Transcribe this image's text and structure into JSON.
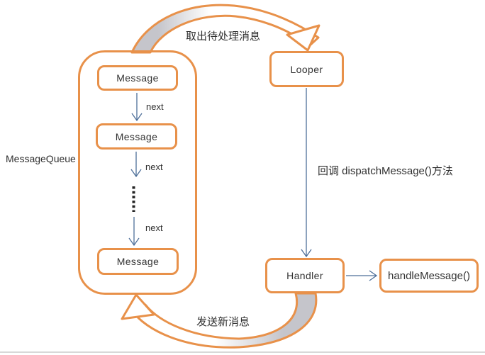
{
  "diagram": {
    "title_hint": "Android message loop diagram",
    "nodes": {
      "message_queue": "MessageQueue",
      "message_1": "Message",
      "message_2": "Message",
      "message_3": "Message",
      "looper": "Looper",
      "handler": "Handler",
      "handle_message": "handleMessage()"
    },
    "edge_labels": {
      "next_1": "next",
      "next_2": "next",
      "next_3": "next",
      "take_pending_message": "取出待处理消息",
      "dispatch_callback": "回调 dispatchMessage()方法",
      "send_new_message": "发送新消息"
    },
    "colors": {
      "accent_orange": "#e8914a",
      "connector_blue": "#4e6f99",
      "shadow_grey": "#c5c5cb",
      "text": "#303030",
      "divider_grey": "#d8d8d8"
    }
  }
}
